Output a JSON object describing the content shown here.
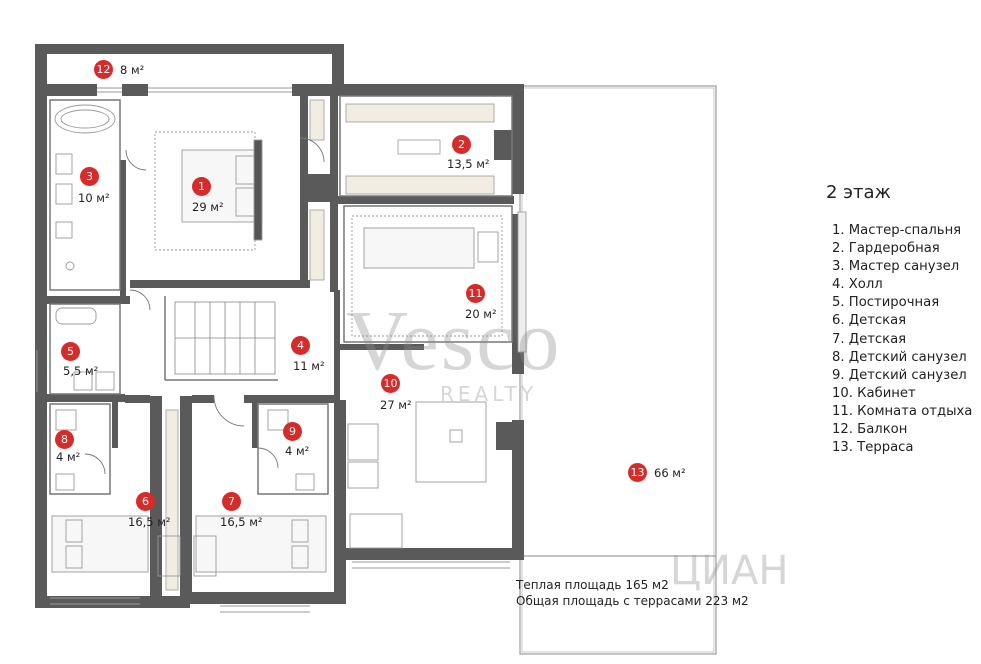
{
  "floor_title": "2 этаж",
  "legend": [
    "1. Мастер-спальня",
    "2. Гардеробная",
    "3. Мастер санузел",
    "4. Холл",
    "5. Постирочная",
    "6. Детская",
    "7. Детская",
    "8. Детский санузел",
    "9. Детский санузел",
    "10. Кабинет",
    "11. Комната отдыха",
    "12. Балкон",
    "13. Терраса"
  ],
  "rooms": [
    {
      "num": "1",
      "area": "29 м²"
    },
    {
      "num": "2",
      "area": "13,5 м²"
    },
    {
      "num": "3",
      "area": "10 м²"
    },
    {
      "num": "4",
      "area": "11 м²"
    },
    {
      "num": "5",
      "area": "5,5 м²"
    },
    {
      "num": "6",
      "area": "16,5 м²"
    },
    {
      "num": "7",
      "area": "16,5 м²"
    },
    {
      "num": "8",
      "area": "4 м²"
    },
    {
      "num": "9",
      "area": "4 м²"
    },
    {
      "num": "10",
      "area": "27 м²"
    },
    {
      "num": "11",
      "area": "20 м²"
    },
    {
      "num": "12",
      "area": "8 м²"
    },
    {
      "num": "13",
      "area": "66 м²"
    }
  ],
  "notes": {
    "warm_area": "Теплая площадь 165 м2",
    "total_area": "Общая площадь с террасами 223 м2"
  },
  "watermark": {
    "brand": "Vesco",
    "sub": "REALTY",
    "site": "ЦИАН"
  },
  "colors": {
    "wall": "#5a5a5a",
    "badge": "#d62b2b",
    "furniture": "#9a9a9a"
  }
}
